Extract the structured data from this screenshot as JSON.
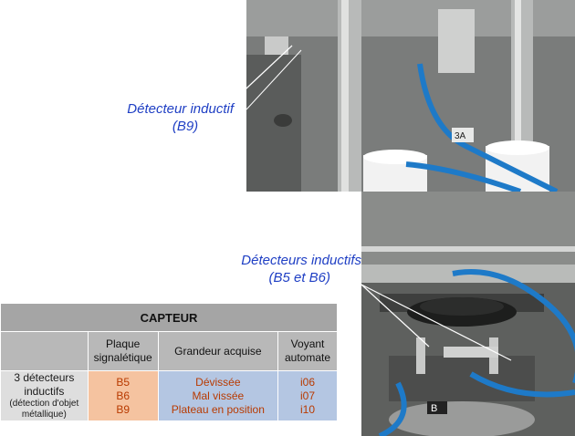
{
  "callouts": {
    "b9": {
      "line1": "Détecteur inductif",
      "line2": "(B9)"
    },
    "b5b6": {
      "line1": "Détecteurs inductifs",
      "line2": "(B5 et B6)"
    }
  },
  "photo_labels": {
    "tag_3a": "3A",
    "tag_b": "B"
  },
  "table": {
    "title": "CAPTEUR",
    "headers": {
      "plaque": "Plaque signalétique",
      "grandeur": "Grandeur acquise",
      "voyant": "Voyant automate"
    },
    "row": {
      "sensor_main": "3 détecteurs inductifs",
      "sensor_note": "(détection d'objet métallique)",
      "plaques": [
        "B5",
        "B6",
        "B9"
      ],
      "grandeurs": [
        "Dévissée",
        "Mal vissée",
        "Plateau en position"
      ],
      "voyants": [
        "i06",
        "i07",
        "i10"
      ]
    }
  },
  "colors": {
    "callout_text": "#1f3fc4",
    "header_bg": "#a5a5a5",
    "plaque_bg": "#f5c3a0",
    "grandeur_bg": "#b4c6e2",
    "value_text": "#b83a00"
  }
}
